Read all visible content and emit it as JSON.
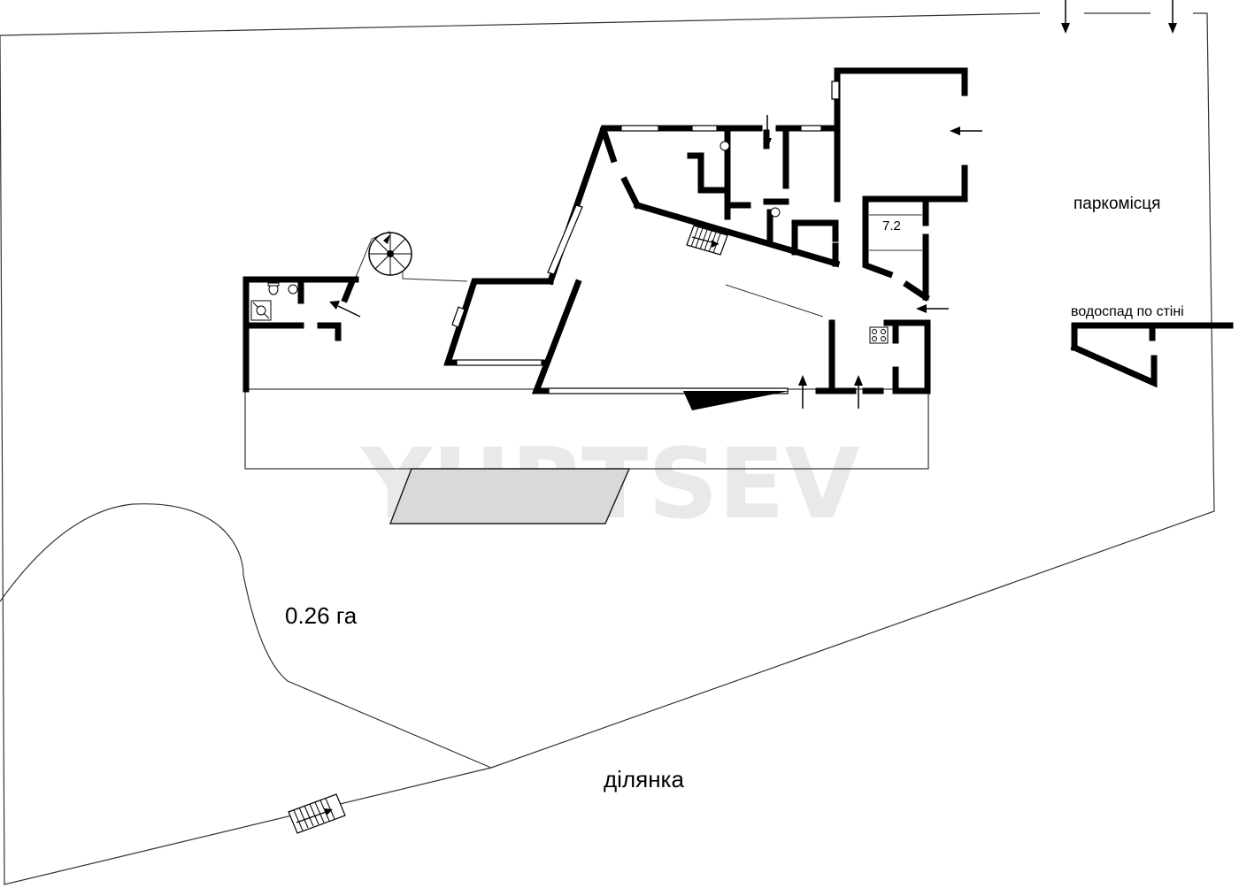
{
  "watermark": "YURTSEV",
  "labels": {
    "parking": "паркомісця",
    "waterfall": "водоспад по стіні",
    "room_area": "7.2",
    "plot_area": "0.26 га",
    "plot": "ділянка"
  },
  "icons": [
    "spiral-stair-icon",
    "straight-stair-icon",
    "entry-arrow-icon",
    "toilet-icon",
    "sink-icon",
    "shower-icon",
    "stove-icon",
    "window-icon",
    "door-opening-icon"
  ],
  "colors": {
    "wall": "#000000",
    "outline": "#333333",
    "pool": "#d9d9d9",
    "watermark": "#e9e9e9"
  }
}
